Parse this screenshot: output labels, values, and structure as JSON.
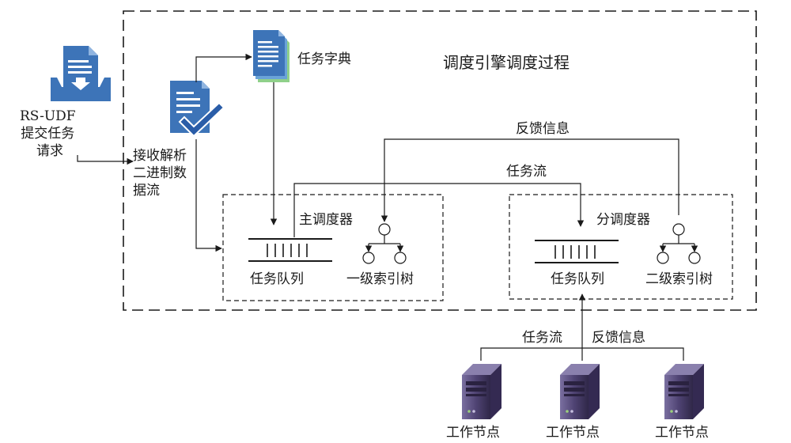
{
  "diagram": {
    "title": "调度引擎调度过程",
    "submit_request": {
      "line1": "RS-UDF",
      "line2": "提交任务",
      "line3": "请求"
    },
    "receive_parse": {
      "line1": "接收解析",
      "line2": "二进制数",
      "line3": "据流"
    },
    "task_dictionary": "任务字典",
    "feedback_top": "反馈信息",
    "task_flow_top": "任务流",
    "main_scheduler": {
      "title": "主调度器",
      "queue_label": "任务队列",
      "index_label": "一级索引树"
    },
    "sub_scheduler": {
      "title": "分调度器",
      "queue_label": "任务队列",
      "index_label": "二级索引树"
    },
    "task_flow_bottom": "任务流",
    "feedback_bottom": "反馈信息",
    "work_nodes": [
      "工作节点",
      "工作节点",
      "工作节点"
    ]
  },
  "colors": {
    "doc_blue": "#3d74b8",
    "doc_light": "#5f93cf",
    "check": "#2a5da8",
    "server": "#5a4d7e",
    "line": "#1a1a1a"
  },
  "icons": [
    "upload-document-icon",
    "checked-document-icon",
    "document-stack-icon",
    "server-icon"
  ]
}
